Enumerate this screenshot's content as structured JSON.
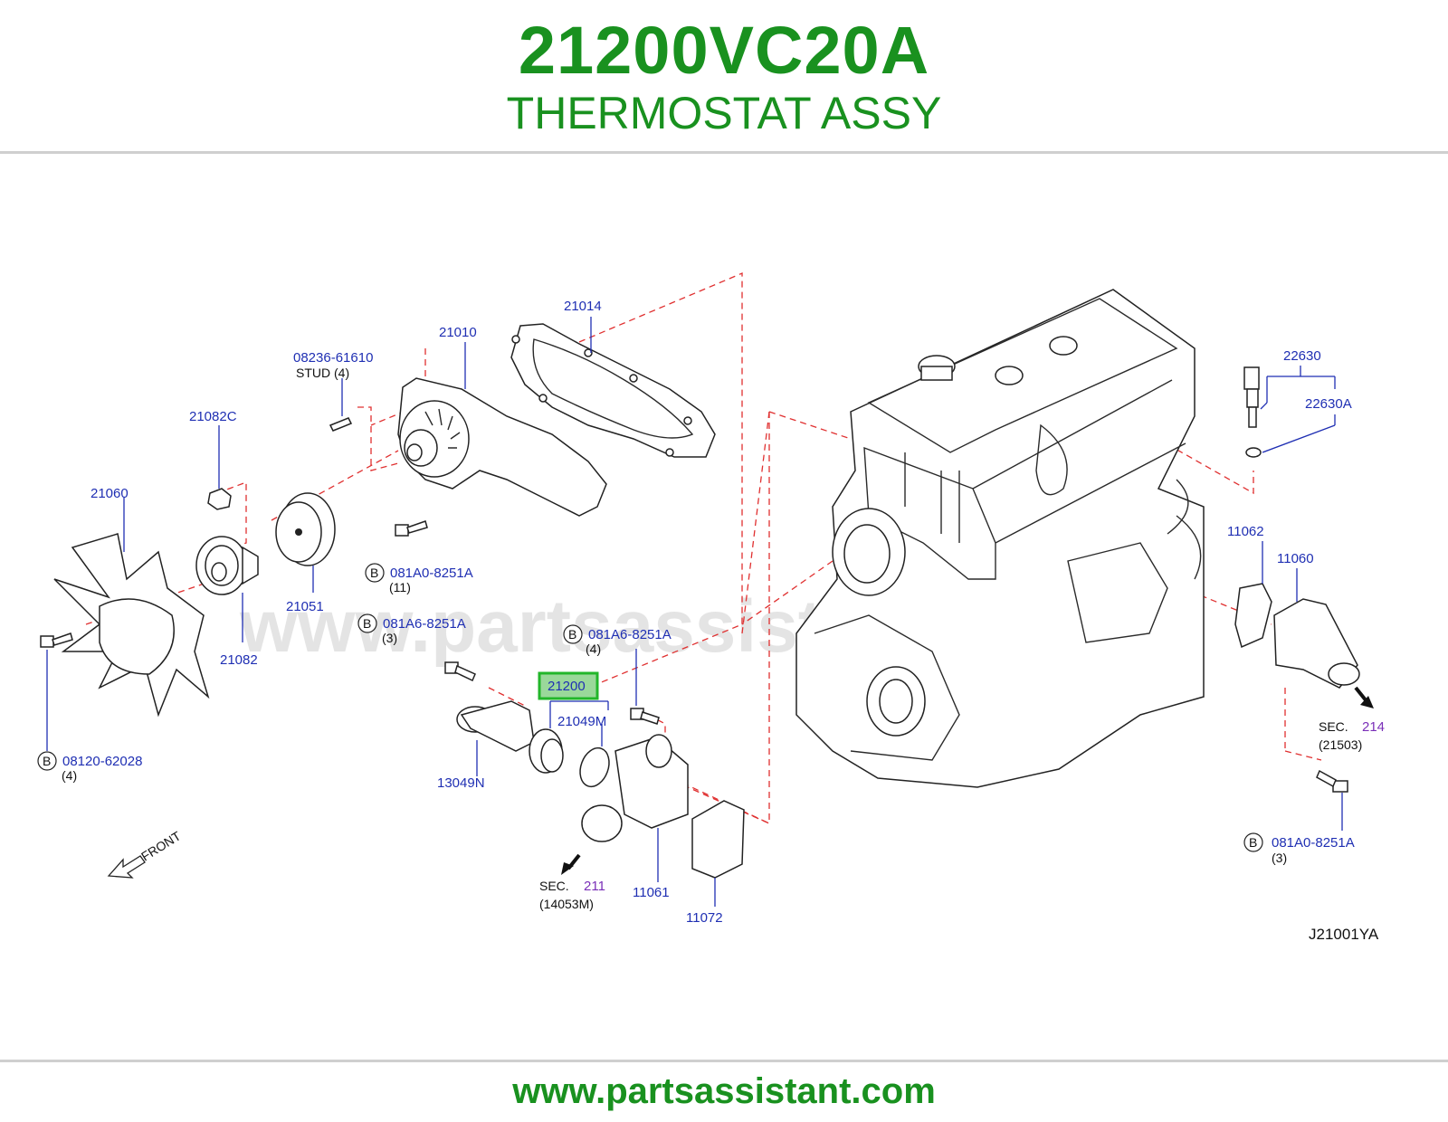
{
  "header": {
    "part_number": "21200VC20A",
    "part_name": "THERMOSTAT ASSY"
  },
  "footer": {
    "url": "www.partsassistant.com"
  },
  "watermark": "www.partsassistant.com",
  "diagram": {
    "code": "J21001YA",
    "front_label": "FRONT",
    "bolt_marker": "B",
    "highlighted_part": "21200",
    "labels": {
      "p21014": "21014",
      "p21010": "21010",
      "p08236": "08236-61610",
      "stud": "STUD  (4)",
      "p21082c": "21082C",
      "p21060": "21060",
      "p21051": "21051",
      "p21082": "21082",
      "b081a0_11": "081A0-8251A",
      "q11": "(11)",
      "b081a6_3": "081A6-8251A",
      "q3a": "(3)",
      "b081a6_4": "081A6-8251A",
      "q4a": "(4)",
      "p21200": "21200",
      "p21049m": "21049M",
      "p13049n": "13049N",
      "b08120": "08120-62028",
      "q4b": "(4)",
      "sec_211_a": "SEC.",
      "sec_211_b": "211",
      "sec_211_c": "(14053M)",
      "p11061": "11061",
      "p11072": "11072",
      "p22630": "22630",
      "p22630a": "22630A",
      "p11062": "11062",
      "p11060": "11060",
      "sec_214_a": "SEC.",
      "sec_214_b": "214",
      "sec_214_c": "(21503)",
      "b081a0_3": "081A0-8251A",
      "q3b": "(3)"
    }
  },
  "colors": {
    "brand_green": "#19911f",
    "label_blue": "#1f2fb3",
    "section_purple": "#7a2fb8",
    "dash_red": "#e03030",
    "highlight_green": "#22b62a"
  }
}
